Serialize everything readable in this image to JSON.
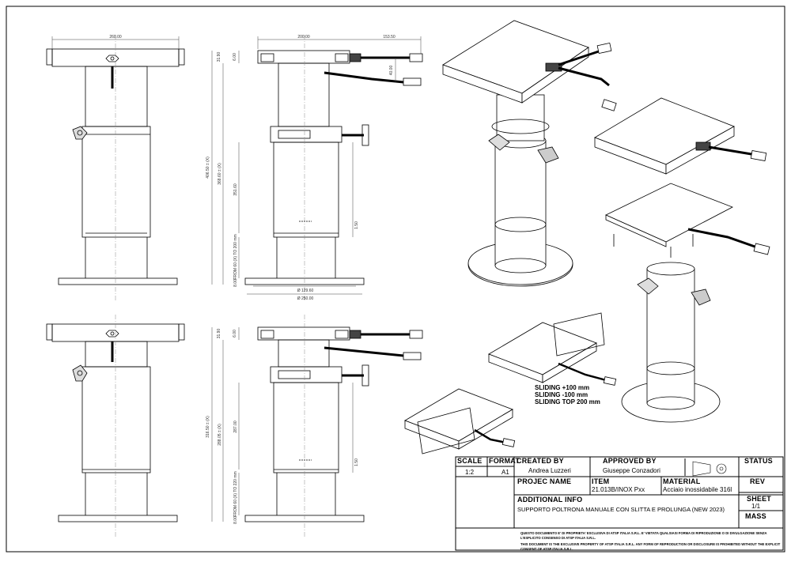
{
  "dimensions": {
    "front_top_width": "260.00",
    "side_top_width": "200.00",
    "handle_offset": "153.50",
    "height_a": "31.90",
    "height_b": "6.00",
    "handle_h": "40.00",
    "total_h_1": "406.50 ± (X)",
    "body_h_1": "368.60 ± (X)",
    "column_h_1": "351.60",
    "gap_1": "1.50",
    "from_1": "FROM 60 (X) TO 200 mm",
    "base_t": "8.00",
    "base_inner": "Ø 129.60",
    "base_outer": "Ø 250.00",
    "height_c": "31.90",
    "height_d": "6.00",
    "total_h_2": "316.50 ± (X)",
    "body_h_2": "288.05 ± (X)",
    "column_h_2": "287.00",
    "gap_2": "1.50",
    "from_2": "FROM 60 (X) TO 220 mm",
    "base_t2": "8.00"
  },
  "sliding_note": [
    "SLIDING +100 mm",
    "SLIDING -100 mm",
    "SLIDING TOP 200 mm"
  ],
  "title_block": {
    "scale_h": "SCALE",
    "scale_v": "1:2",
    "format_h": "FORMAT",
    "format_v": "A1",
    "created_h": "CREATED BY",
    "created_v": "Andrea Luzzeri",
    "approved_h": "APPROVED BY",
    "approved_v": "Giuseppe Conzadori",
    "status_h": "STATUS",
    "project_h": "PROJEC NAME",
    "item_h": "ITEM",
    "item_v": "21.013B/INOX Pxx",
    "material_h": "MATERIAL",
    "material_v": "Acciaio inossidabile 316l",
    "rev_h": "REV",
    "info_h": "ADDITIONAL INFO",
    "info_v": "SUPPORTO POLTRONA MANUALE CON SLITTA E PROLUNGA (NEW 2023)",
    "sheet_h": "SHEET",
    "sheet_v": "1/1",
    "mass_h": "MASS",
    "legal_it": "QUESTO DOCUMENTO E' DI PROPRIETA' ESCLUSIVA DI ATSP ITALIA S.R.L. E' VIETATA QUALSIASI FORMA DI RIPRODUZIONE O DI DIVULGAZIONE SENZA L'ESPLICITO CONSENSO DI ATSP ITALIA S.R.L.",
    "legal_en": "THIS DOCUMENT IS THE EXCLUSIVE PROPERTY OF ATSP ITALIA S.R.L. ANY FORM OF REPRODUCTION OR DISCLOSURE IS PROHIBITED WITHOUT THE EXPLICIT CONSENT OF ATSP ITALIA S.R.L."
  },
  "colors": {
    "line": "#000000",
    "dim": "#444444",
    "hidden": "#888888"
  }
}
